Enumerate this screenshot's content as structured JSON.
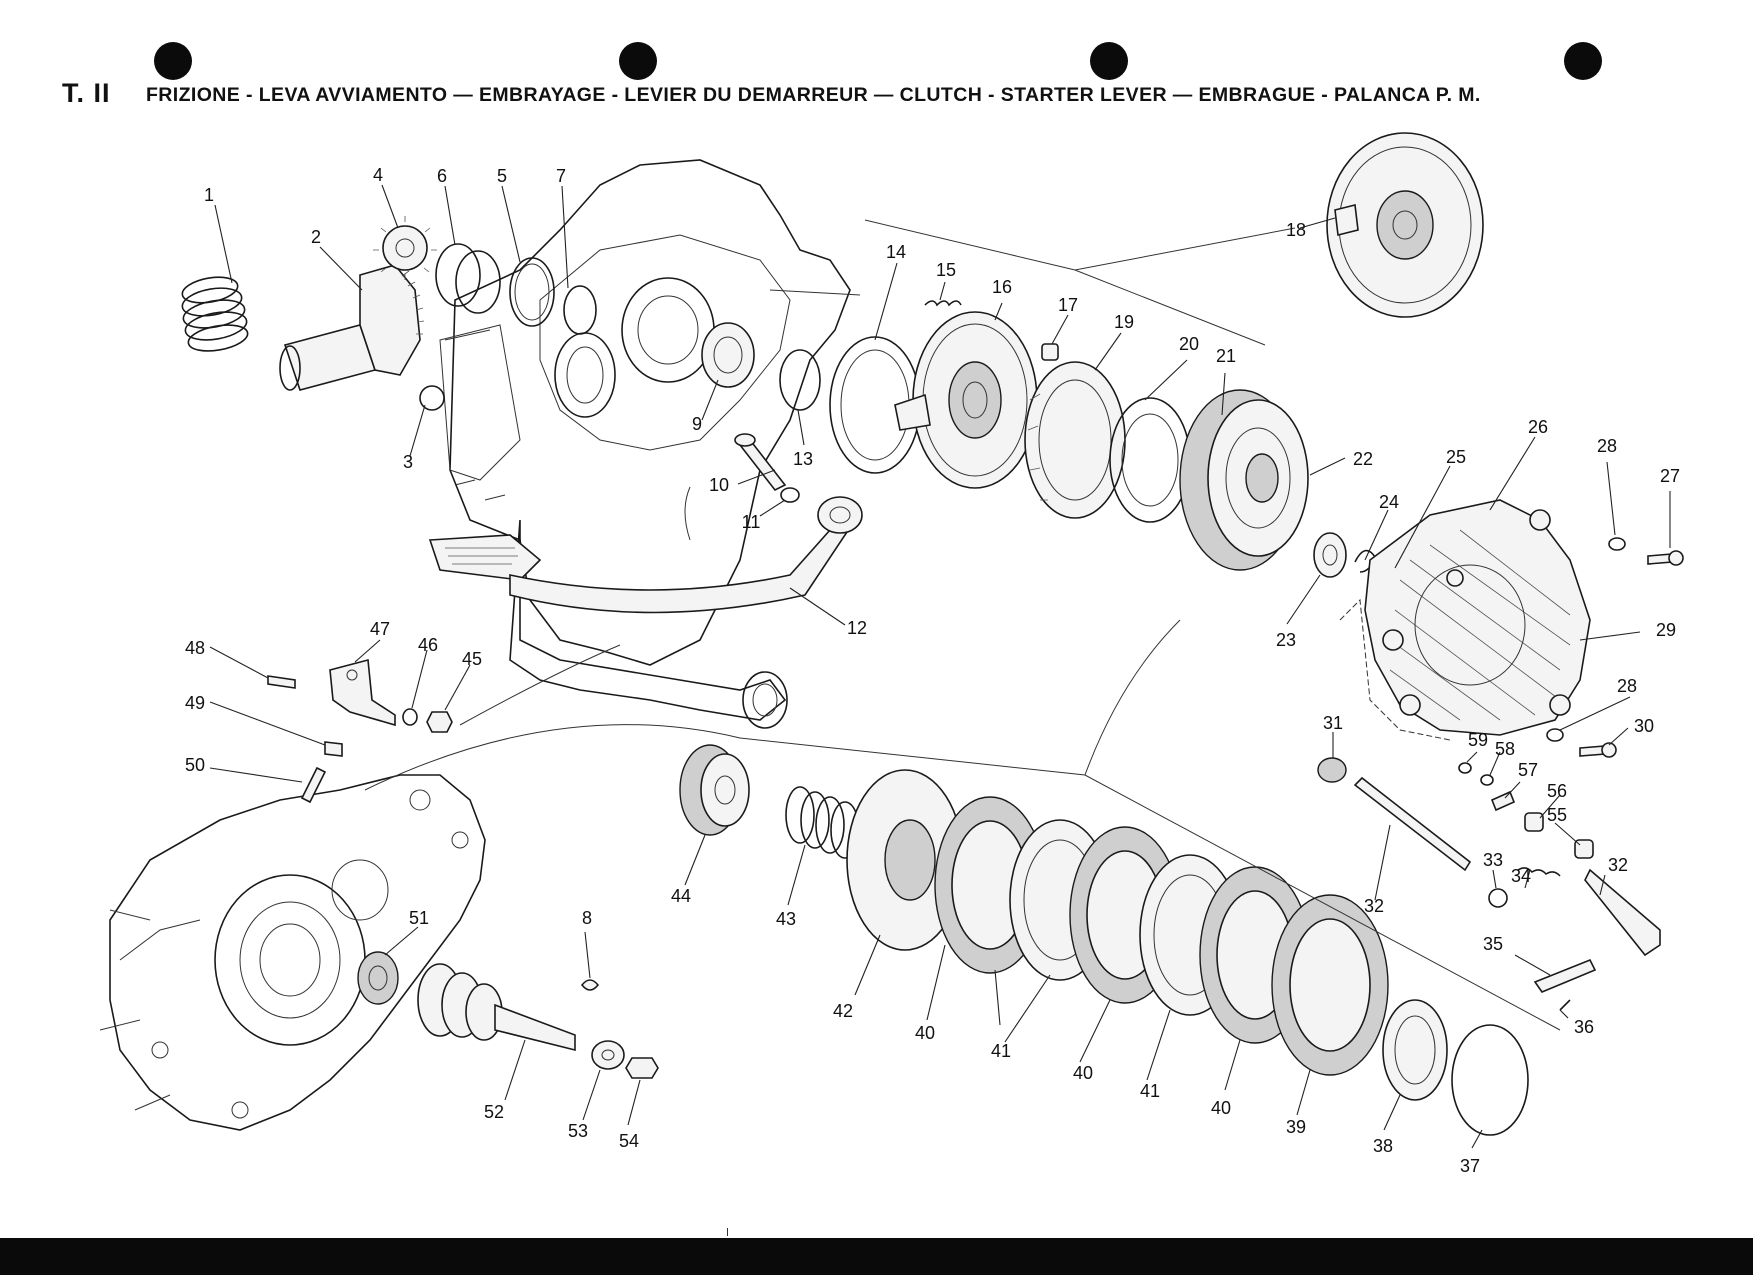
{
  "header": {
    "plate_number": "T. II",
    "title": "FRIZIONE - LEVA AVVIAMENTO — EMBRAYAGE - LEVIER DU DEMARREUR — CLUTCH - STARTER LEVER — EMBRAGUE - PALANCA P. M."
  },
  "callouts": [
    {
      "id": "c1",
      "label": "1"
    },
    {
      "id": "c2",
      "label": "2"
    },
    {
      "id": "c3",
      "label": "3"
    },
    {
      "id": "c4",
      "label": "4"
    },
    {
      "id": "c5",
      "label": "5"
    },
    {
      "id": "c6",
      "label": "6"
    },
    {
      "id": "c7",
      "label": "7"
    },
    {
      "id": "c8",
      "label": "8"
    },
    {
      "id": "c9",
      "label": "9"
    },
    {
      "id": "c10",
      "label": "10"
    },
    {
      "id": "c11",
      "label": "11"
    },
    {
      "id": "c12",
      "label": "12"
    },
    {
      "id": "c13",
      "label": "13"
    },
    {
      "id": "c14",
      "label": "14"
    },
    {
      "id": "c15",
      "label": "15"
    },
    {
      "id": "c16",
      "label": "16"
    },
    {
      "id": "c17",
      "label": "17"
    },
    {
      "id": "c18",
      "label": "18"
    },
    {
      "id": "c19",
      "label": "19"
    },
    {
      "id": "c20",
      "label": "20"
    },
    {
      "id": "c21",
      "label": "21"
    },
    {
      "id": "c22",
      "label": "22"
    },
    {
      "id": "c23",
      "label": "23"
    },
    {
      "id": "c24",
      "label": "24"
    },
    {
      "id": "c25",
      "label": "25"
    },
    {
      "id": "c26",
      "label": "26"
    },
    {
      "id": "c27",
      "label": "27"
    },
    {
      "id": "c28a",
      "label": "28"
    },
    {
      "id": "c28b",
      "label": "28"
    },
    {
      "id": "c29",
      "label": "29"
    },
    {
      "id": "c30",
      "label": "30"
    },
    {
      "id": "c31",
      "label": "31"
    },
    {
      "id": "c32a",
      "label": "32"
    },
    {
      "id": "c32b",
      "label": "32"
    },
    {
      "id": "c33",
      "label": "33"
    },
    {
      "id": "c34",
      "label": "34"
    },
    {
      "id": "c35",
      "label": "35"
    },
    {
      "id": "c36",
      "label": "36"
    },
    {
      "id": "c37",
      "label": "37"
    },
    {
      "id": "c38",
      "label": "38"
    },
    {
      "id": "c39",
      "label": "39"
    },
    {
      "id": "c40a",
      "label": "40"
    },
    {
      "id": "c40b",
      "label": "40"
    },
    {
      "id": "c40c",
      "label": "40"
    },
    {
      "id": "c41a",
      "label": "41"
    },
    {
      "id": "c41b",
      "label": "41"
    },
    {
      "id": "c42",
      "label": "42"
    },
    {
      "id": "c43",
      "label": "43"
    },
    {
      "id": "c44",
      "label": "44"
    },
    {
      "id": "c45",
      "label": "45"
    },
    {
      "id": "c46",
      "label": "46"
    },
    {
      "id": "c47",
      "label": "47"
    },
    {
      "id": "c48",
      "label": "48"
    },
    {
      "id": "c49",
      "label": "49"
    },
    {
      "id": "c50",
      "label": "50"
    },
    {
      "id": "c51",
      "label": "51"
    },
    {
      "id": "c52",
      "label": "52"
    },
    {
      "id": "c53",
      "label": "53"
    },
    {
      "id": "c54",
      "label": "54"
    },
    {
      "id": "c55",
      "label": "55"
    },
    {
      "id": "c56",
      "label": "56"
    },
    {
      "id": "c57",
      "label": "57"
    },
    {
      "id": "c58",
      "label": "58"
    },
    {
      "id": "c59",
      "label": "59"
    }
  ]
}
